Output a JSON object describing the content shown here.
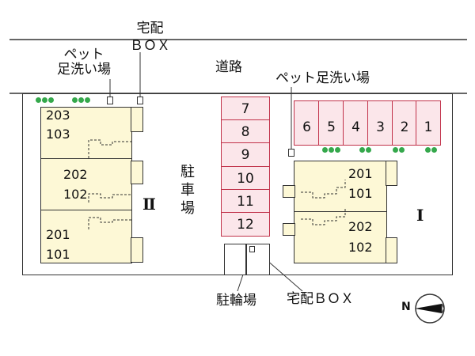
{
  "labels": {
    "pet_wash_left": "ペット\n足洗い場",
    "delivery_box_top": "宅配\nＢＯＸ",
    "road": "道路",
    "pet_wash_right": "ペット足洗い場",
    "parking_lot": "駐\n車\n場",
    "bicycle_parking": "駐輪場",
    "delivery_box_bottom": "宅配ＢＯＸ",
    "compass_n": "N"
  },
  "building_II": {
    "name": "Ⅱ",
    "units": [
      "203",
      "103",
      "202",
      "102",
      "201",
      "101"
    ]
  },
  "building_I": {
    "name": "Ⅰ",
    "units": [
      "201",
      "101",
      "202",
      "102"
    ]
  },
  "parking_vertical": [
    "7",
    "8",
    "9",
    "10",
    "11",
    "12"
  ],
  "parking_horizontal": [
    "6",
    "5",
    "4",
    "3",
    "2",
    "1"
  ],
  "colors": {
    "building_fill": "#fdf8d6",
    "parking_fill": "#fbe6ea",
    "parking_border": "#c1324a",
    "hedge": "#35a84c"
  }
}
